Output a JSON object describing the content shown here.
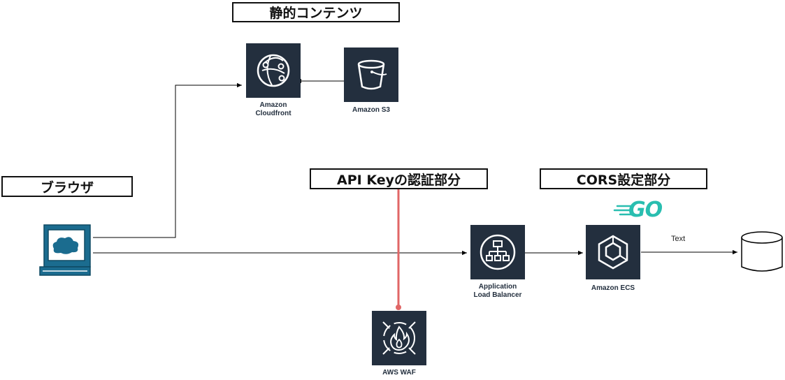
{
  "labels": {
    "static_content": "静的コンテンツ",
    "browser": "ブラウザ",
    "api_key": "API Keyの認証部分",
    "cors": "CORS設定部分"
  },
  "nodes": {
    "cloudfront": {
      "line1": "Amazon",
      "line2": "Cloudfront"
    },
    "s3": {
      "line1": "Amazon S3"
    },
    "alb": {
      "line1": "Application",
      "line2": "Load Balancer"
    },
    "ecs": {
      "line1": "Amazon ECS"
    },
    "waf": {
      "line1": "AWS WAF"
    }
  },
  "logo": {
    "go": "GO"
  },
  "edges": {
    "ecs_db_label": "Text"
  },
  "colors": {
    "tile": "#232f3e",
    "computer": "#1b6c8f",
    "waf_link": "#e06666",
    "go_logo": "#29beb0"
  }
}
